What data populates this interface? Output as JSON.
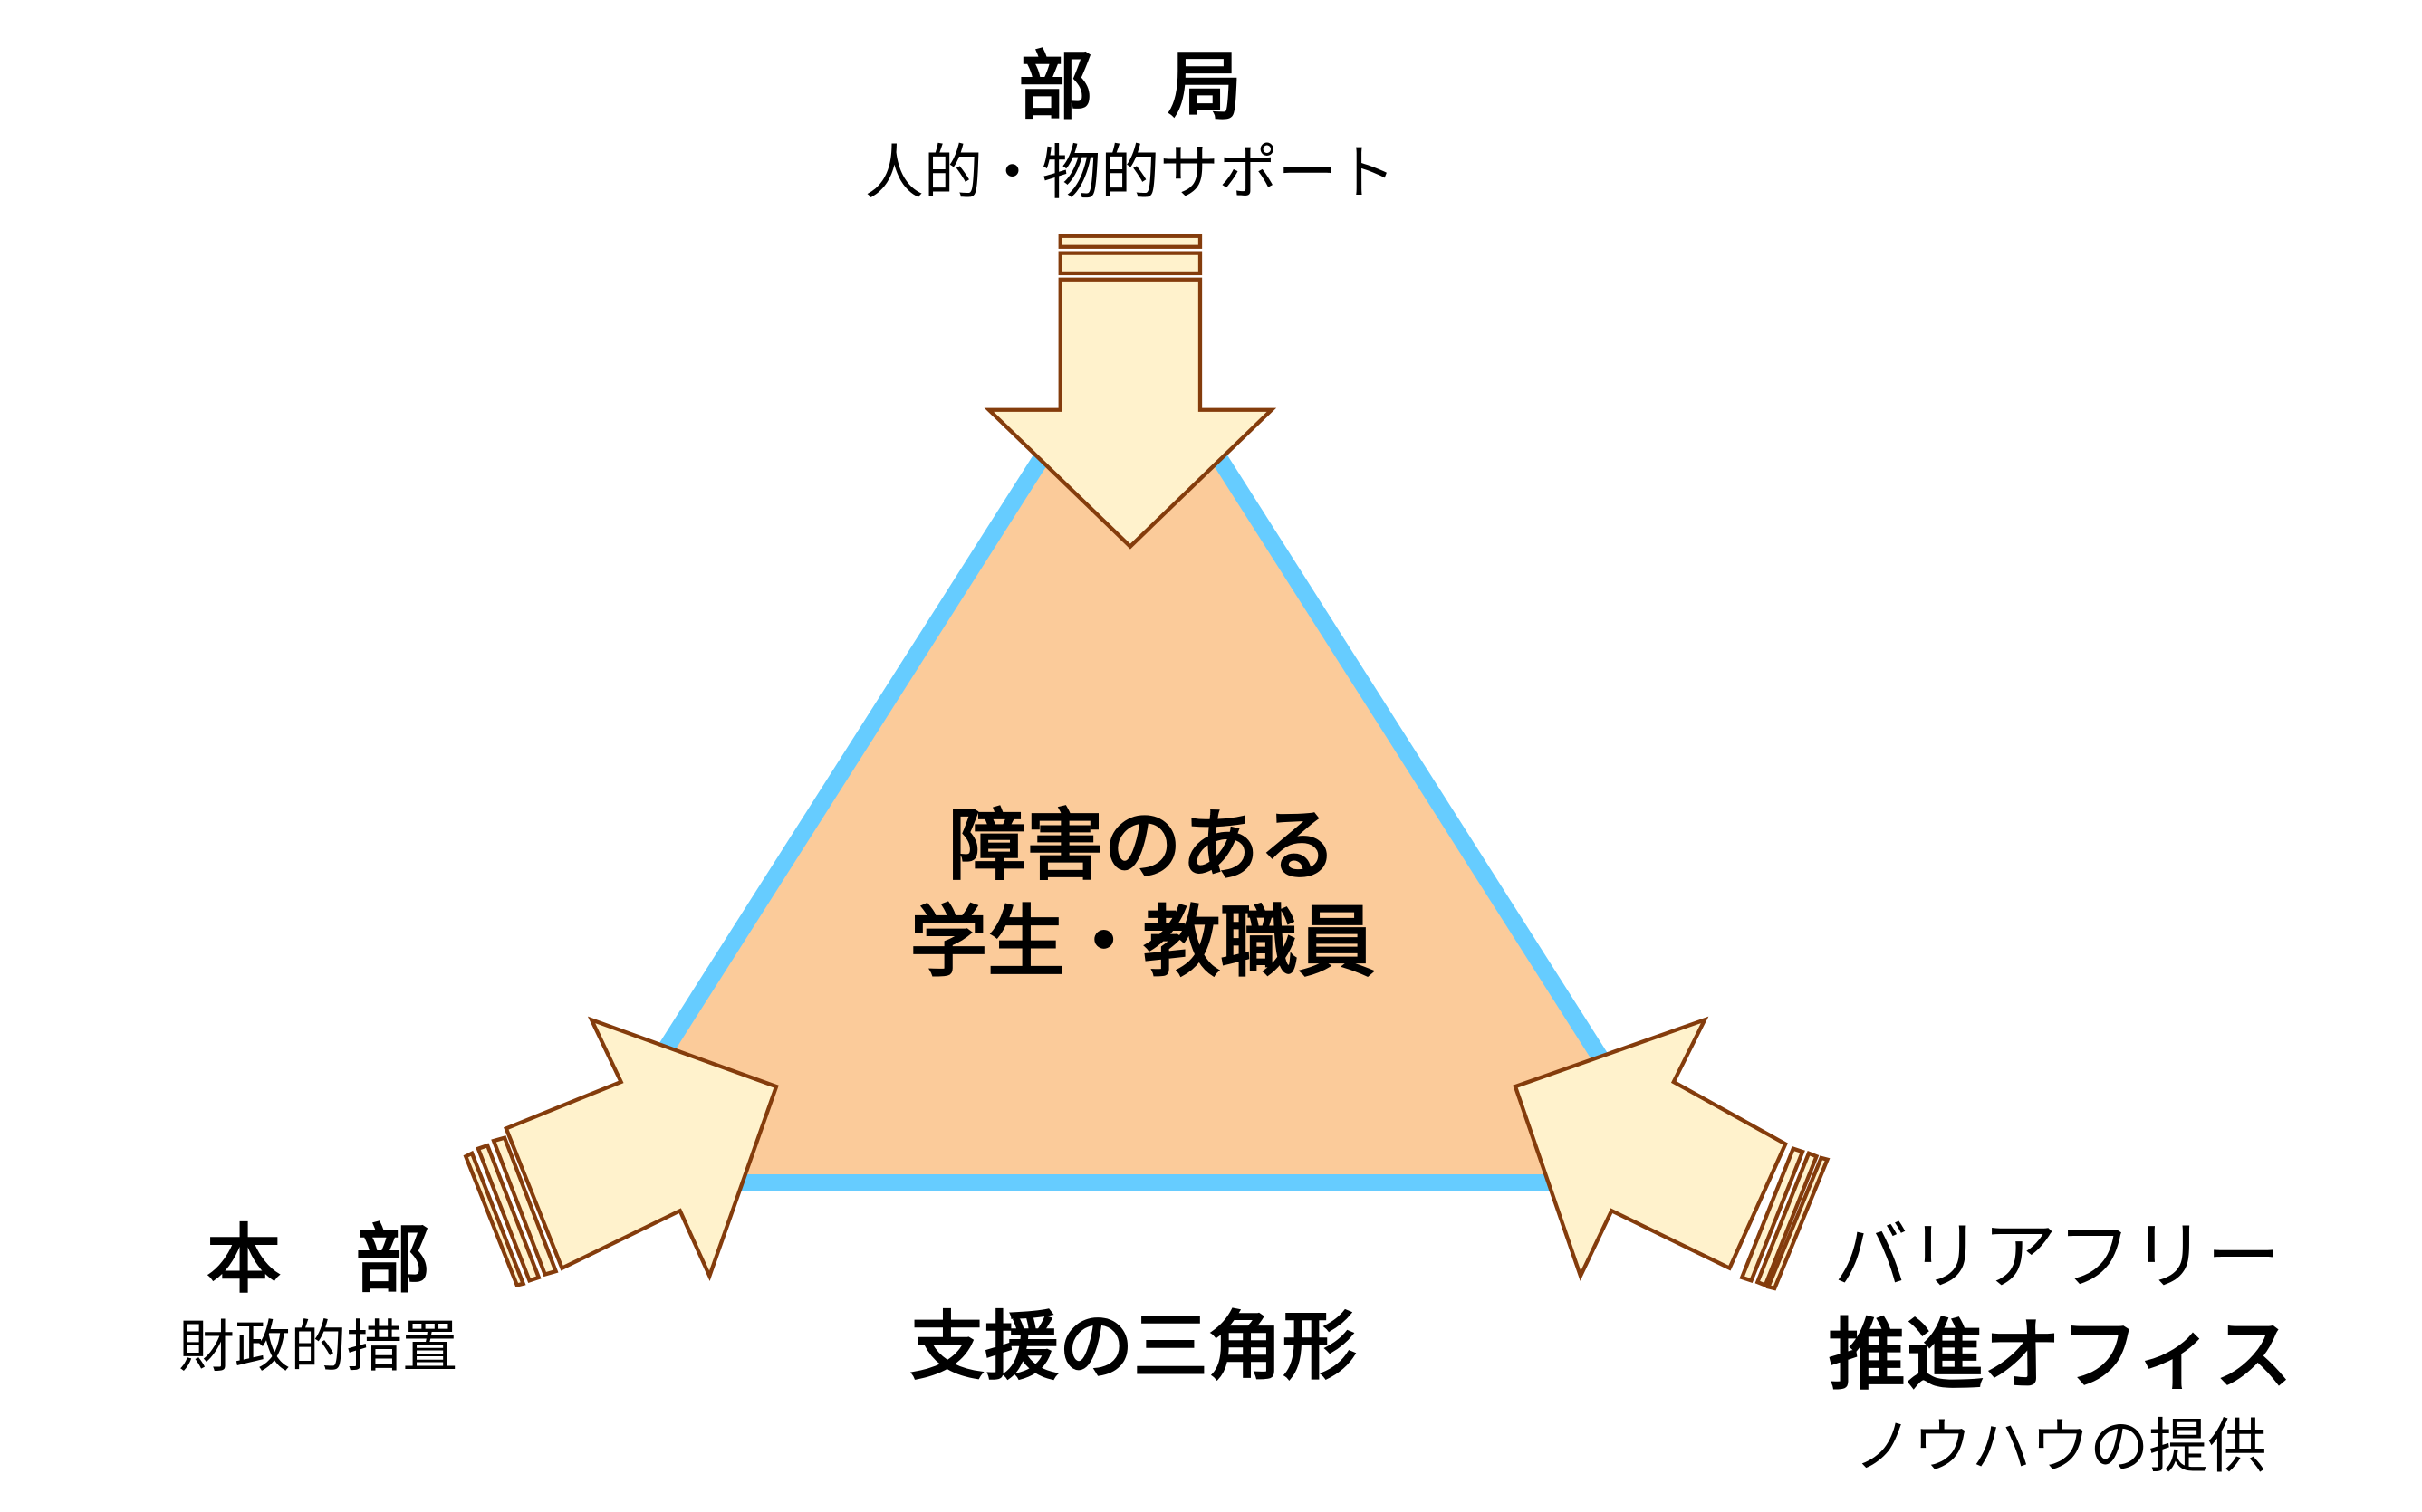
{
  "colors": {
    "triangle_fill": "#FBCB9A",
    "triangle_stroke": "#66CCFF",
    "arrow_fill": "#FFF2CC",
    "arrow_stroke": "#843C0C"
  },
  "top": {
    "title": "部　局",
    "subtitle": "人的・物的サポート"
  },
  "center": {
    "line1": "障害のある",
    "line2": "学生・教職員"
  },
  "left": {
    "title": "本　部",
    "subtitle": "財政的措置"
  },
  "bottom": {
    "caption": "支援の三角形"
  },
  "right": {
    "title_line1": "バリアフリー",
    "title_line2": "推進オフィス",
    "subtitle": "ノウハウの提供"
  }
}
